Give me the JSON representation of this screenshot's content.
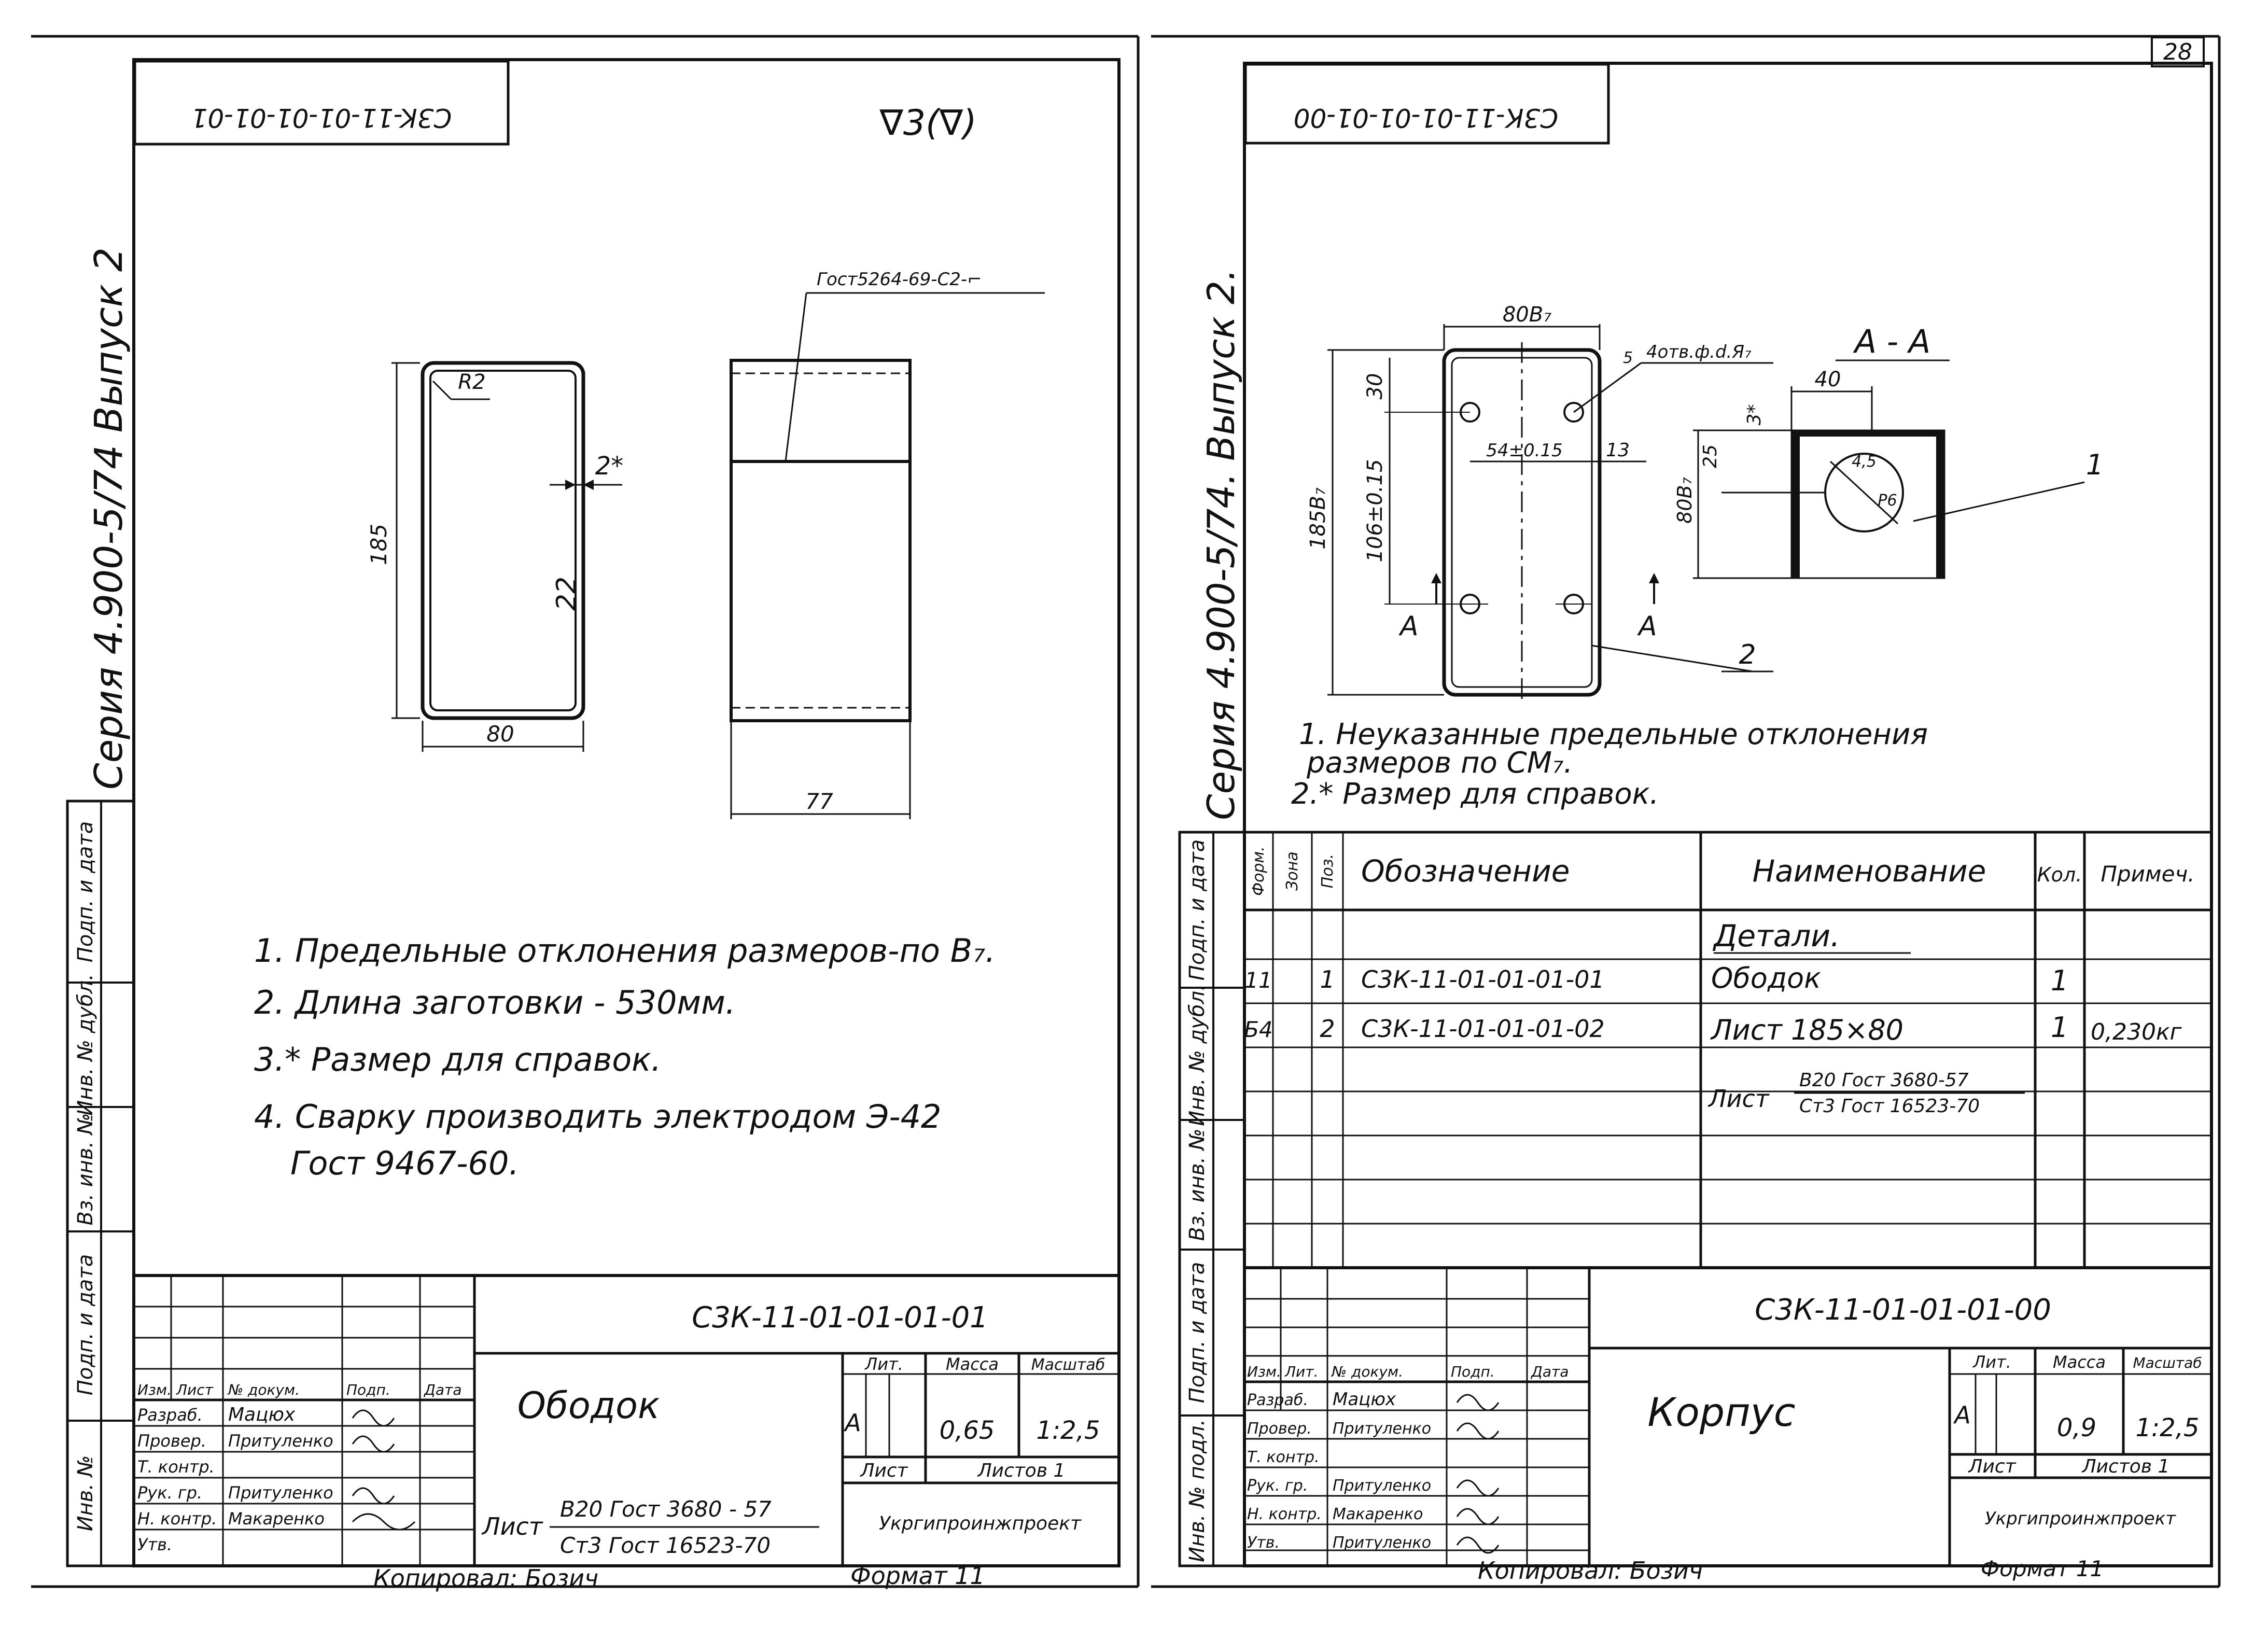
{
  "page_number": "28",
  "left_sheet": {
    "top_code": "C3K-11-01-01-01-01",
    "roughness": "∇3(∇)",
    "side_series": "Серия 4.900-5/74 Выпуск 2",
    "side_labels": [
      "Подп. и дата",
      "Инв. № дубл.",
      "Вз. инв. №",
      "Подп. и дата",
      "Инв. №"
    ],
    "drawing": {
      "radius_label": "R2",
      "height_dim": "185",
      "gap_dim": "2*",
      "weld_mark": "22",
      "width_dim": "80",
      "depth_dim": "77",
      "weld_standard": "Гост5264-69-С2-⌐"
    },
    "notes": [
      "1. Предельные отклонения размеров-по В₇.",
      "2. Длина заготовки - 530мм.",
      "3.* Размер для справок.",
      "4. Сварку производить электродом Э-42",
      "Гост 9467-60."
    ],
    "title_block": {
      "code": "С3К-11-01-01-01-01",
      "name": "Ободок",
      "material_label": "Лист",
      "material_line1": "В20 Гост 3680 - 57",
      "material_line2": "Ст3 Гост 16523-70",
      "head_lit": "Лит.",
      "head_mass": "Масса",
      "head_scale": "Масштаб",
      "lit_value": "А",
      "mass_value": "0,65",
      "scale_value": "1:2,5",
      "sheet_label": "Лист",
      "sheets_label": "Листов 1",
      "org": "Укргипроинжпроект",
      "row_header": [
        "Изм.",
        "Лист",
        "№ докум.",
        "Подп.",
        "Дата"
      ],
      "roles": [
        "Разраб.",
        "Провер.",
        "Т. контр.",
        "Рук. гр.",
        "Н. контр.",
        "Утв."
      ],
      "names": [
        "Мацюх",
        "Притуленко",
        "",
        "Притуленко",
        "Макаренко",
        ""
      ]
    },
    "footer_copied": "Копировал: Бозич",
    "footer_format": "Формат 11"
  },
  "right_sheet": {
    "top_code": "С3К-11-01-01-01-00",
    "side_series": "Серия 4.900-5/74. Выпуск 2.",
    "side_labels": [
      "Подп. и дата",
      "Инв. № дубл.",
      "Вз. инв. №",
      "Подп. и дата",
      "Инв. № подл."
    ],
    "drawing": {
      "width_dim": "80В₇",
      "height_dim": "185В₇",
      "hole_note": "4отв.ф.d.Я₇",
      "chamfer": "5",
      "top_offset": "30",
      "pitch_dim": "106±0.15",
      "hole_span": "54±0.15",
      "side_offset": "13",
      "section_mark_left": "А",
      "section_mark_right": "А",
      "leader_2": "2",
      "section_title": "А - А",
      "sec_width": "40",
      "sec_small": "3*",
      "sec_offset": "25",
      "sec_height": "80В₇",
      "sec_hole_d": "4,5",
      "sec_hole_r": "Р6",
      "leader_1": "1"
    },
    "notes": [
      "1. Неуказанные предельные отклонения",
      "размеров по СМ₇.",
      "2.* Размер для справок."
    ],
    "spec": {
      "headers": [
        "Форм.",
        "Зона",
        "Поз.",
        "Обозначение",
        "Наименование",
        "Кол.",
        "Примеч."
      ],
      "section": "Детали.",
      "rows": [
        {
          "format": "11",
          "zone": "",
          "pos": "1",
          "code": "С3К-11-01-01-01-01",
          "name": "Ободок",
          "qty": "1",
          "note": ""
        },
        {
          "format": "Б4",
          "zone": "",
          "pos": "2",
          "code": "С3К-11-01-01-01-02",
          "name": "Лист 185×80",
          "qty": "1",
          "note": "0,230кг"
        }
      ],
      "material_prefix": "Лист",
      "material_line1": "В20 Гост 3680-57",
      "material_line2": "Ст3 Гост 16523-70"
    },
    "title_block": {
      "code": "С3К-11-01-01-01-00",
      "name": "Корпус",
      "head_lit": "Лит.",
      "head_mass": "Масса",
      "head_scale": "Масштаб",
      "lit_value": "А",
      "mass_value": "0,9",
      "scale_value": "1:2,5",
      "sheet_label": "Лист",
      "sheets_label": "Листов 1",
      "org": "Укргипроинжпроект",
      "row_header": [
        "Изм.",
        "Лит.",
        "№ докум.",
        "Подп.",
        "Дата"
      ],
      "roles": [
        "Разраб.",
        "Провер.",
        "Т. контр.",
        "Рук. гр.",
        "Н. контр.",
        "Утв."
      ],
      "names": [
        "Мацюх",
        "Притуленко",
        "",
        "Притуленко",
        "Макаренко",
        "Притуленко"
      ]
    },
    "footer_copied": "Копировал: Бозич",
    "footer_format": "Формат 11"
  }
}
